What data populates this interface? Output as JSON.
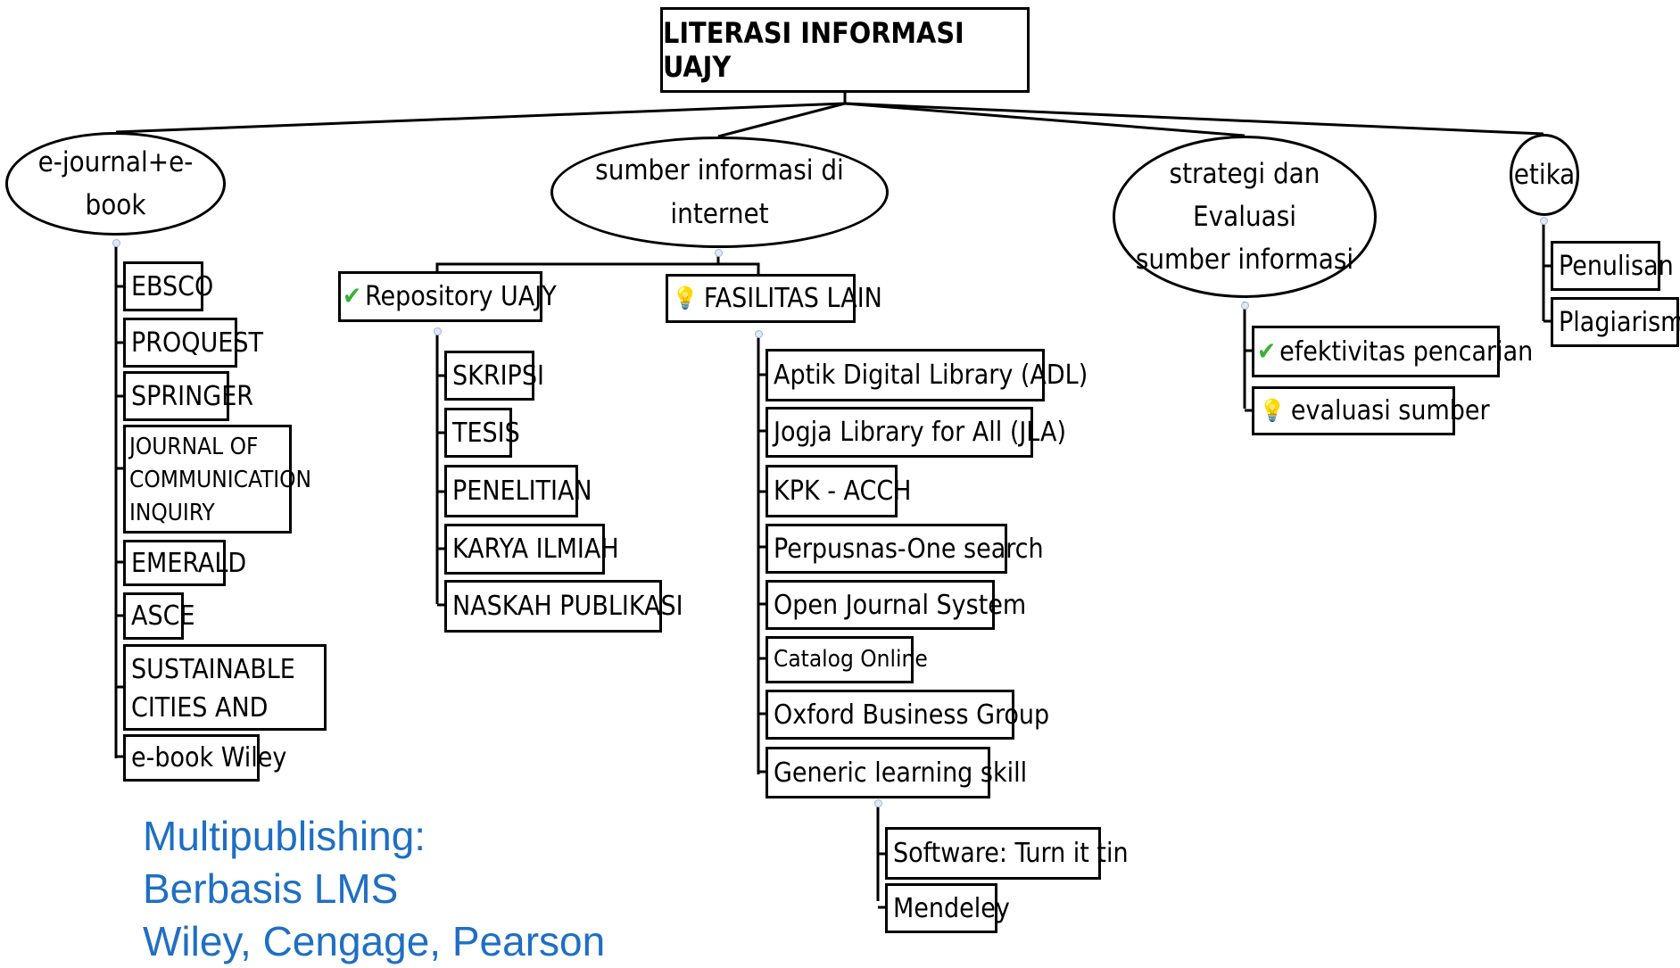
{
  "title": "LITERASI INFORMASI UAJY",
  "ejournal": {
    "label": "e-journal+e-book",
    "items": [
      "EBSCO",
      "PROQUEST",
      "SPRINGER",
      "JOURNAL OF COMMUNICATION INQUIRY",
      "EMERALD",
      "ASCE",
      "SUSTAINABLE CITIES AND SOCIETY",
      "e-book Wiley"
    ]
  },
  "internet": {
    "label": "sumber informasi di internet",
    "repository": {
      "label": "Repository UAJY",
      "items": [
        "SKRIPSI",
        "TESIS",
        "PENELITIAN",
        "KARYA ILMIAH",
        "NASKAH PUBLIKASI"
      ]
    },
    "fasilitas": {
      "label": "FASILITAS LAIN",
      "items": [
        "Aptik Digital Library (ADL)",
        "Jogja Library for All (JLA)",
        "KPK - ACCH",
        "Perpusnas-One search",
        "Open Journal System",
        "Catalog Online",
        "Oxford Business Group",
        "Generic learning skill"
      ],
      "generic_children": [
        "Software: Turn it tin",
        "Mendeley"
      ]
    }
  },
  "strategi": {
    "label_line1": "strategi dan Evaluasi",
    "label_line2": "sumber informasi",
    "items": [
      "efektivitas pencarian",
      "evaluasi sumber"
    ]
  },
  "etika": {
    "label": "etika",
    "items": [
      "Penulisan",
      "Plagiarisme"
    ]
  },
  "note": {
    "line1": "Multipublishing:",
    "line2": "Berbasis LMS",
    "line3": "Wiley, Cengage, Pearson"
  },
  "icons": {
    "check": "check-icon",
    "bulb": "lightbulb-icon",
    "check_color": "#38b138",
    "bulb_color": "#e9b200"
  },
  "colors": {
    "note_text": "#1f6fc3"
  }
}
